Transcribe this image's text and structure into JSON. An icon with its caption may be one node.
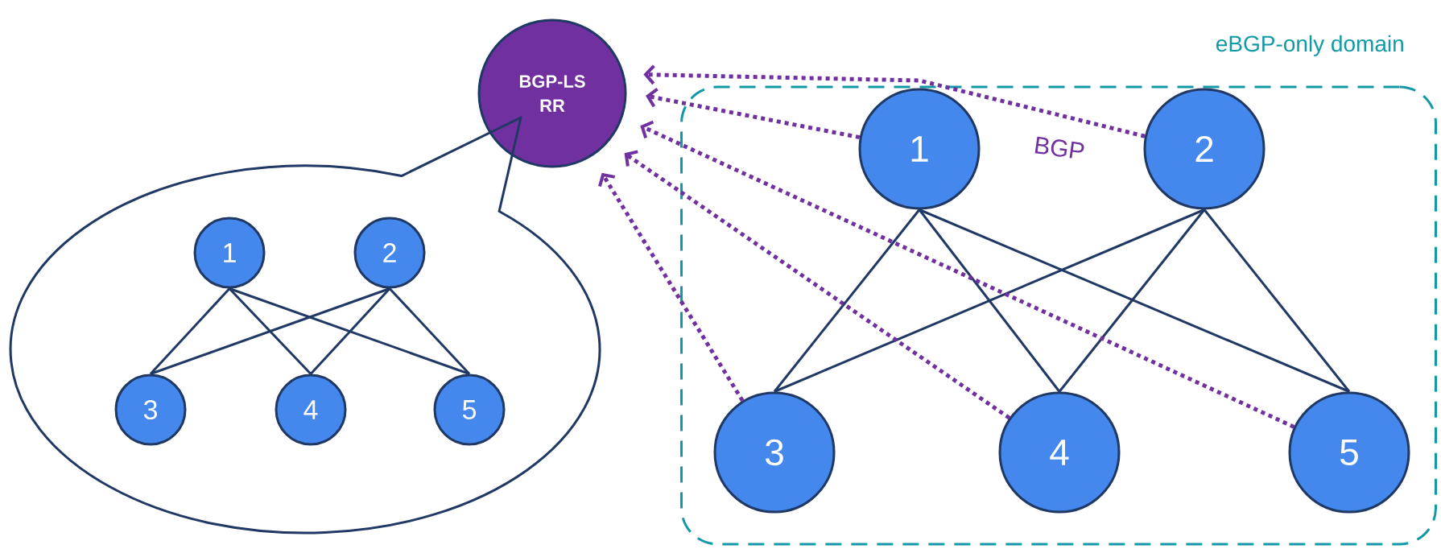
{
  "diagram": {
    "nodes": [
      {
        "text": [
          "BGP-LS RR"
        ]
      },
      {
        "text": [],
        "shape": "callout"
      },
      {
        "text": [
          "1"
        ],
        "in": 1
      },
      {
        "text": [
          "2"
        ],
        "in": 1
      },
      {
        "text": [
          "3"
        ],
        "in": 1
      },
      {
        "text": [
          "4"
        ],
        "in": 1
      },
      {
        "text": [
          "5"
        ],
        "in": 1
      },
      {
        "text": [
          "eBGP-only domain"
        ]
      },
      {
        "text": [
          "1"
        ],
        "in": 7
      },
      {
        "text": [
          "2"
        ],
        "in": 7
      },
      {
        "text": [
          "3"
        ],
        "in": 7
      },
      {
        "text": [
          "4"
        ],
        "in": 7
      },
      {
        "text": [
          "5"
        ],
        "in": 7
      }
    ],
    "edges": [
      {
        "from": 2,
        "to": 4,
        "arrow": "none"
      },
      {
        "from": 2,
        "to": 5,
        "arrow": "none"
      },
      {
        "from": 2,
        "to": 6,
        "arrow": "none"
      },
      {
        "from": 3,
        "to": 4,
        "arrow": "none"
      },
      {
        "from": 3,
        "to": 5,
        "arrow": "none"
      },
      {
        "from": 3,
        "to": 6,
        "arrow": "none"
      },
      {
        "from": 8,
        "to": 10,
        "arrow": "none"
      },
      {
        "from": 8,
        "to": 11,
        "arrow": "none"
      },
      {
        "from": 8,
        "to": 12,
        "arrow": "none"
      },
      {
        "from": 9,
        "to": 10,
        "arrow": "none"
      },
      {
        "from": 9,
        "to": 11,
        "arrow": "none"
      },
      {
        "from": 9,
        "to": 12,
        "arrow": "none"
      },
      {
        "from": 9,
        "to": 0,
        "arrow": "to",
        "style": "dashed",
        "color": "#7030a0"
      },
      {
        "from": 8,
        "to": 0,
        "arrow": "to",
        "style": "dashed",
        "color": "#7030a0"
      },
      {
        "from": 12,
        "to": 0,
        "arrow": "to",
        "style": "dashed",
        "color": "#7030a0"
      },
      {
        "from": 11,
        "to": 0,
        "arrow": "to",
        "style": "dashed",
        "color": "#7030a0"
      },
      {
        "from": 10,
        "to": 0,
        "arrow": "to",
        "style": "dashed",
        "color": "#7030a0"
      }
    ],
    "labels": [
      "BGP"
    ]
  }
}
